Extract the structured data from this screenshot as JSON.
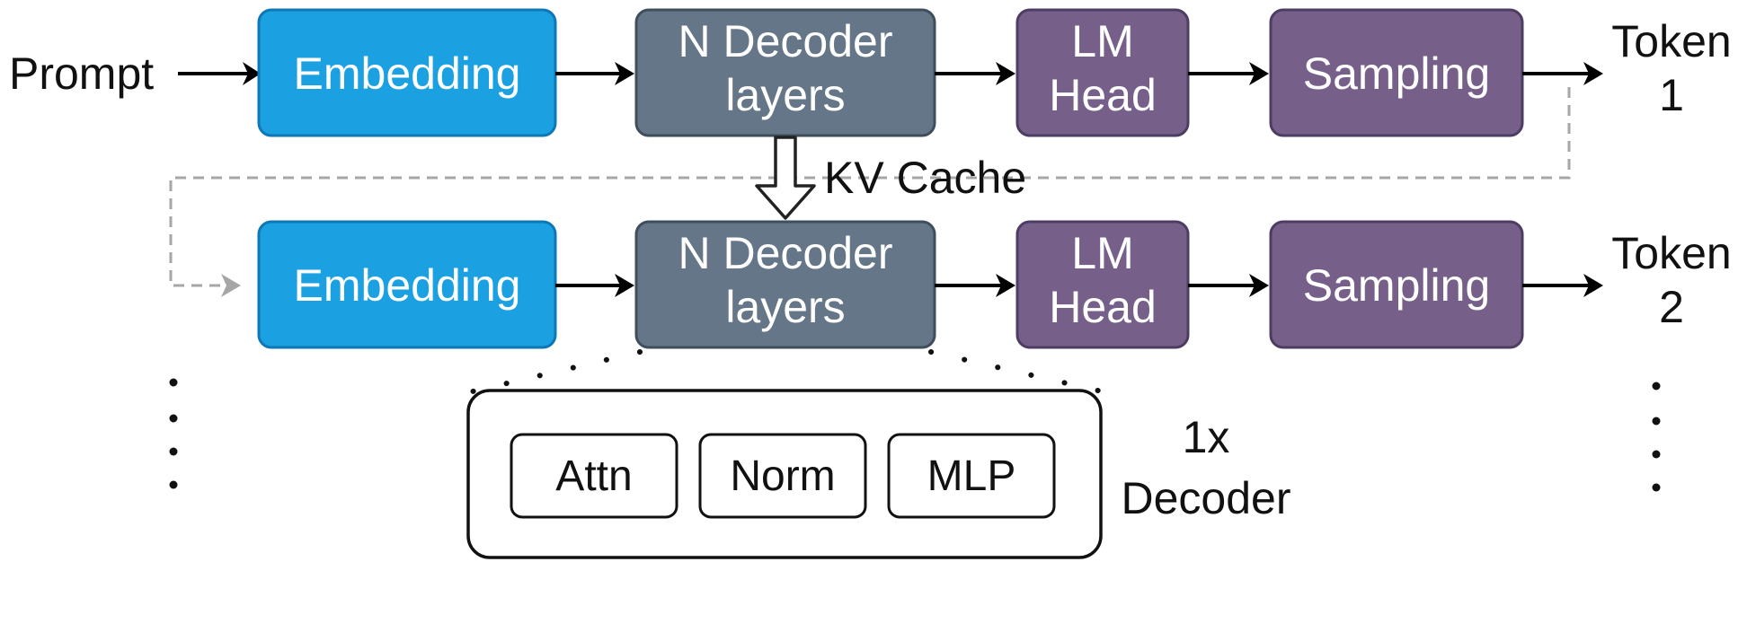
{
  "colors": {
    "embedding": "#1ba1e2",
    "embedding_stroke": "#0e77b5",
    "decoder": "#647687",
    "decoder_stroke": "#3f4e5c",
    "purple": "#76608a",
    "purple_stroke": "#4e3d63",
    "arrow": "#000000",
    "feedback": "#a6a6a6"
  },
  "diagram": {
    "input_label": "Prompt",
    "rows": [
      {
        "embedding": "Embedding",
        "decoder": [
          "N Decoder",
          "layers"
        ],
        "lm_head": [
          "LM",
          "Head"
        ],
        "sampling": "Sampling",
        "output": [
          "Token",
          "1"
        ]
      },
      {
        "embedding": "Embedding",
        "decoder": [
          "N Decoder",
          "layers"
        ],
        "lm_head": [
          "LM",
          "Head"
        ],
        "sampling": "Sampling",
        "output": [
          "Token",
          "2"
        ]
      }
    ],
    "kv_cache_label": "KV Cache",
    "decoder_detail": {
      "blocks": [
        "Attn",
        "Norm",
        "MLP"
      ],
      "label": [
        "1x",
        "Decoder"
      ]
    }
  }
}
